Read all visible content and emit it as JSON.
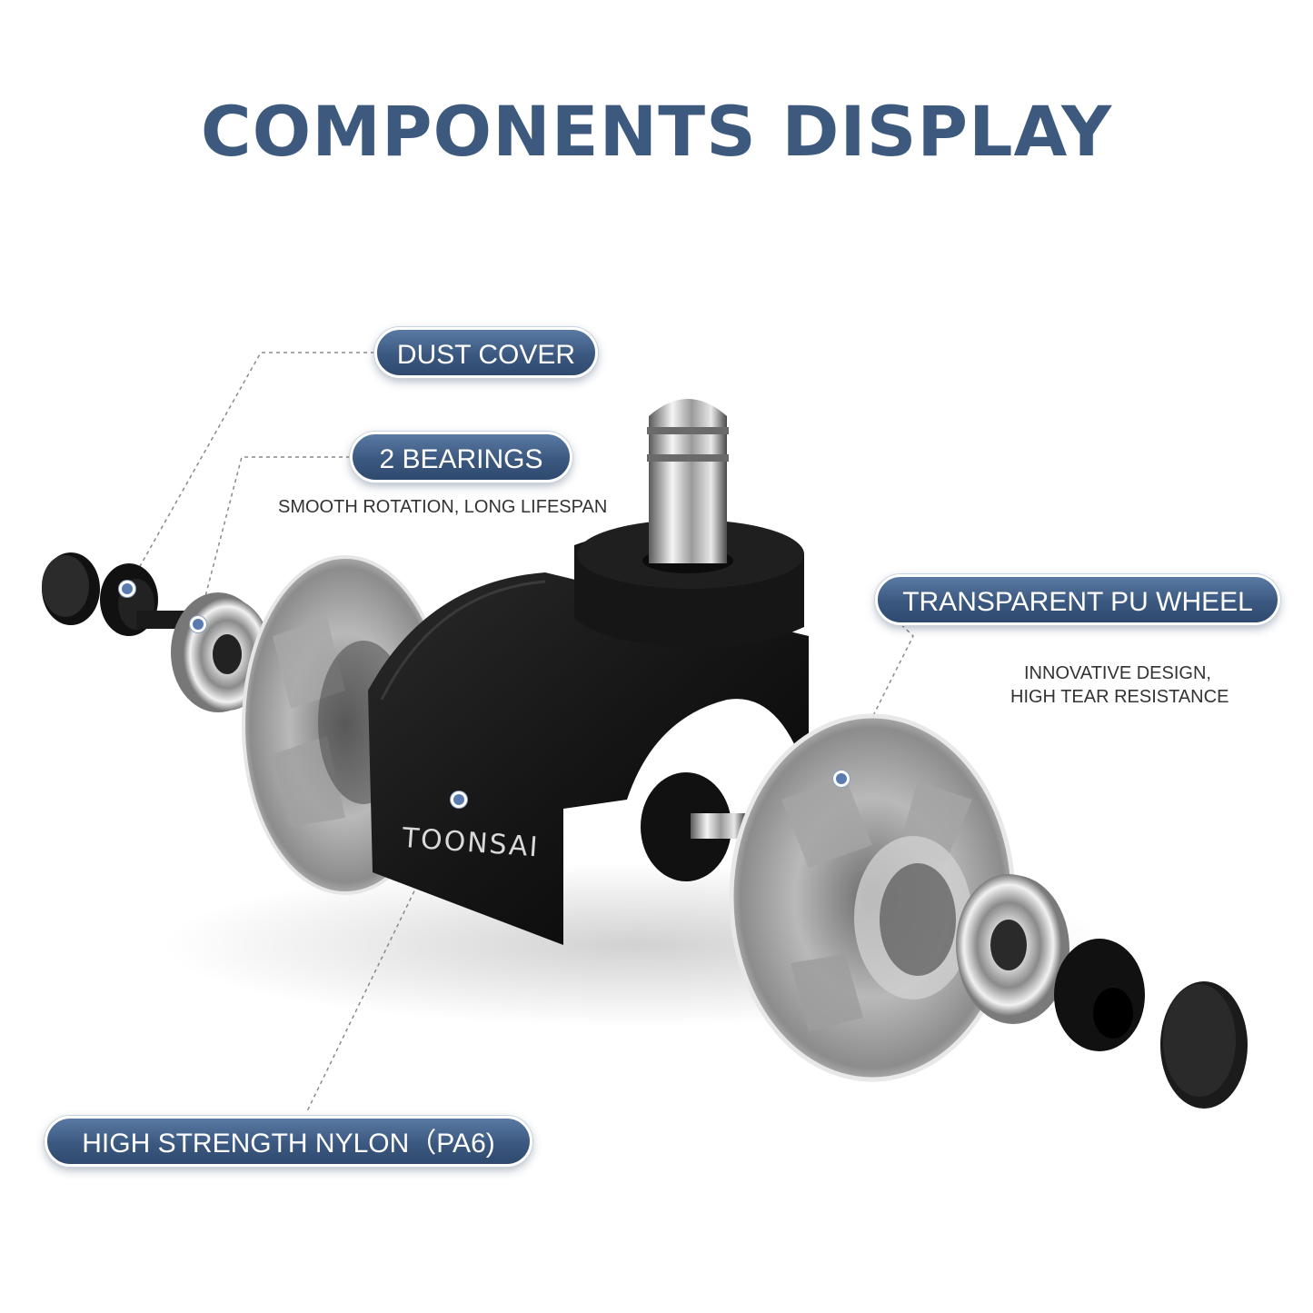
{
  "title": "COMPONENTS DISPLAY",
  "callouts": {
    "dust_cover": {
      "label": "DUST COVER"
    },
    "bearings": {
      "label": "2 BEARINGS",
      "description": "SMOOTH ROTATION, LONG LIFESPAN"
    },
    "wheel": {
      "label": "TRANSPARENT PU WHEEL",
      "description_line1": "INNOVATIVE DESIGN,",
      "description_line2": "HIGH TEAR RESISTANCE"
    },
    "nylon": {
      "label": "HIGH STRENGTH NYLON（PA6)"
    }
  },
  "brand": "TOONSAI",
  "colors": {
    "accent": "#3d5a7e",
    "pill": "#3b5880",
    "marker": "#5a7bb0"
  }
}
